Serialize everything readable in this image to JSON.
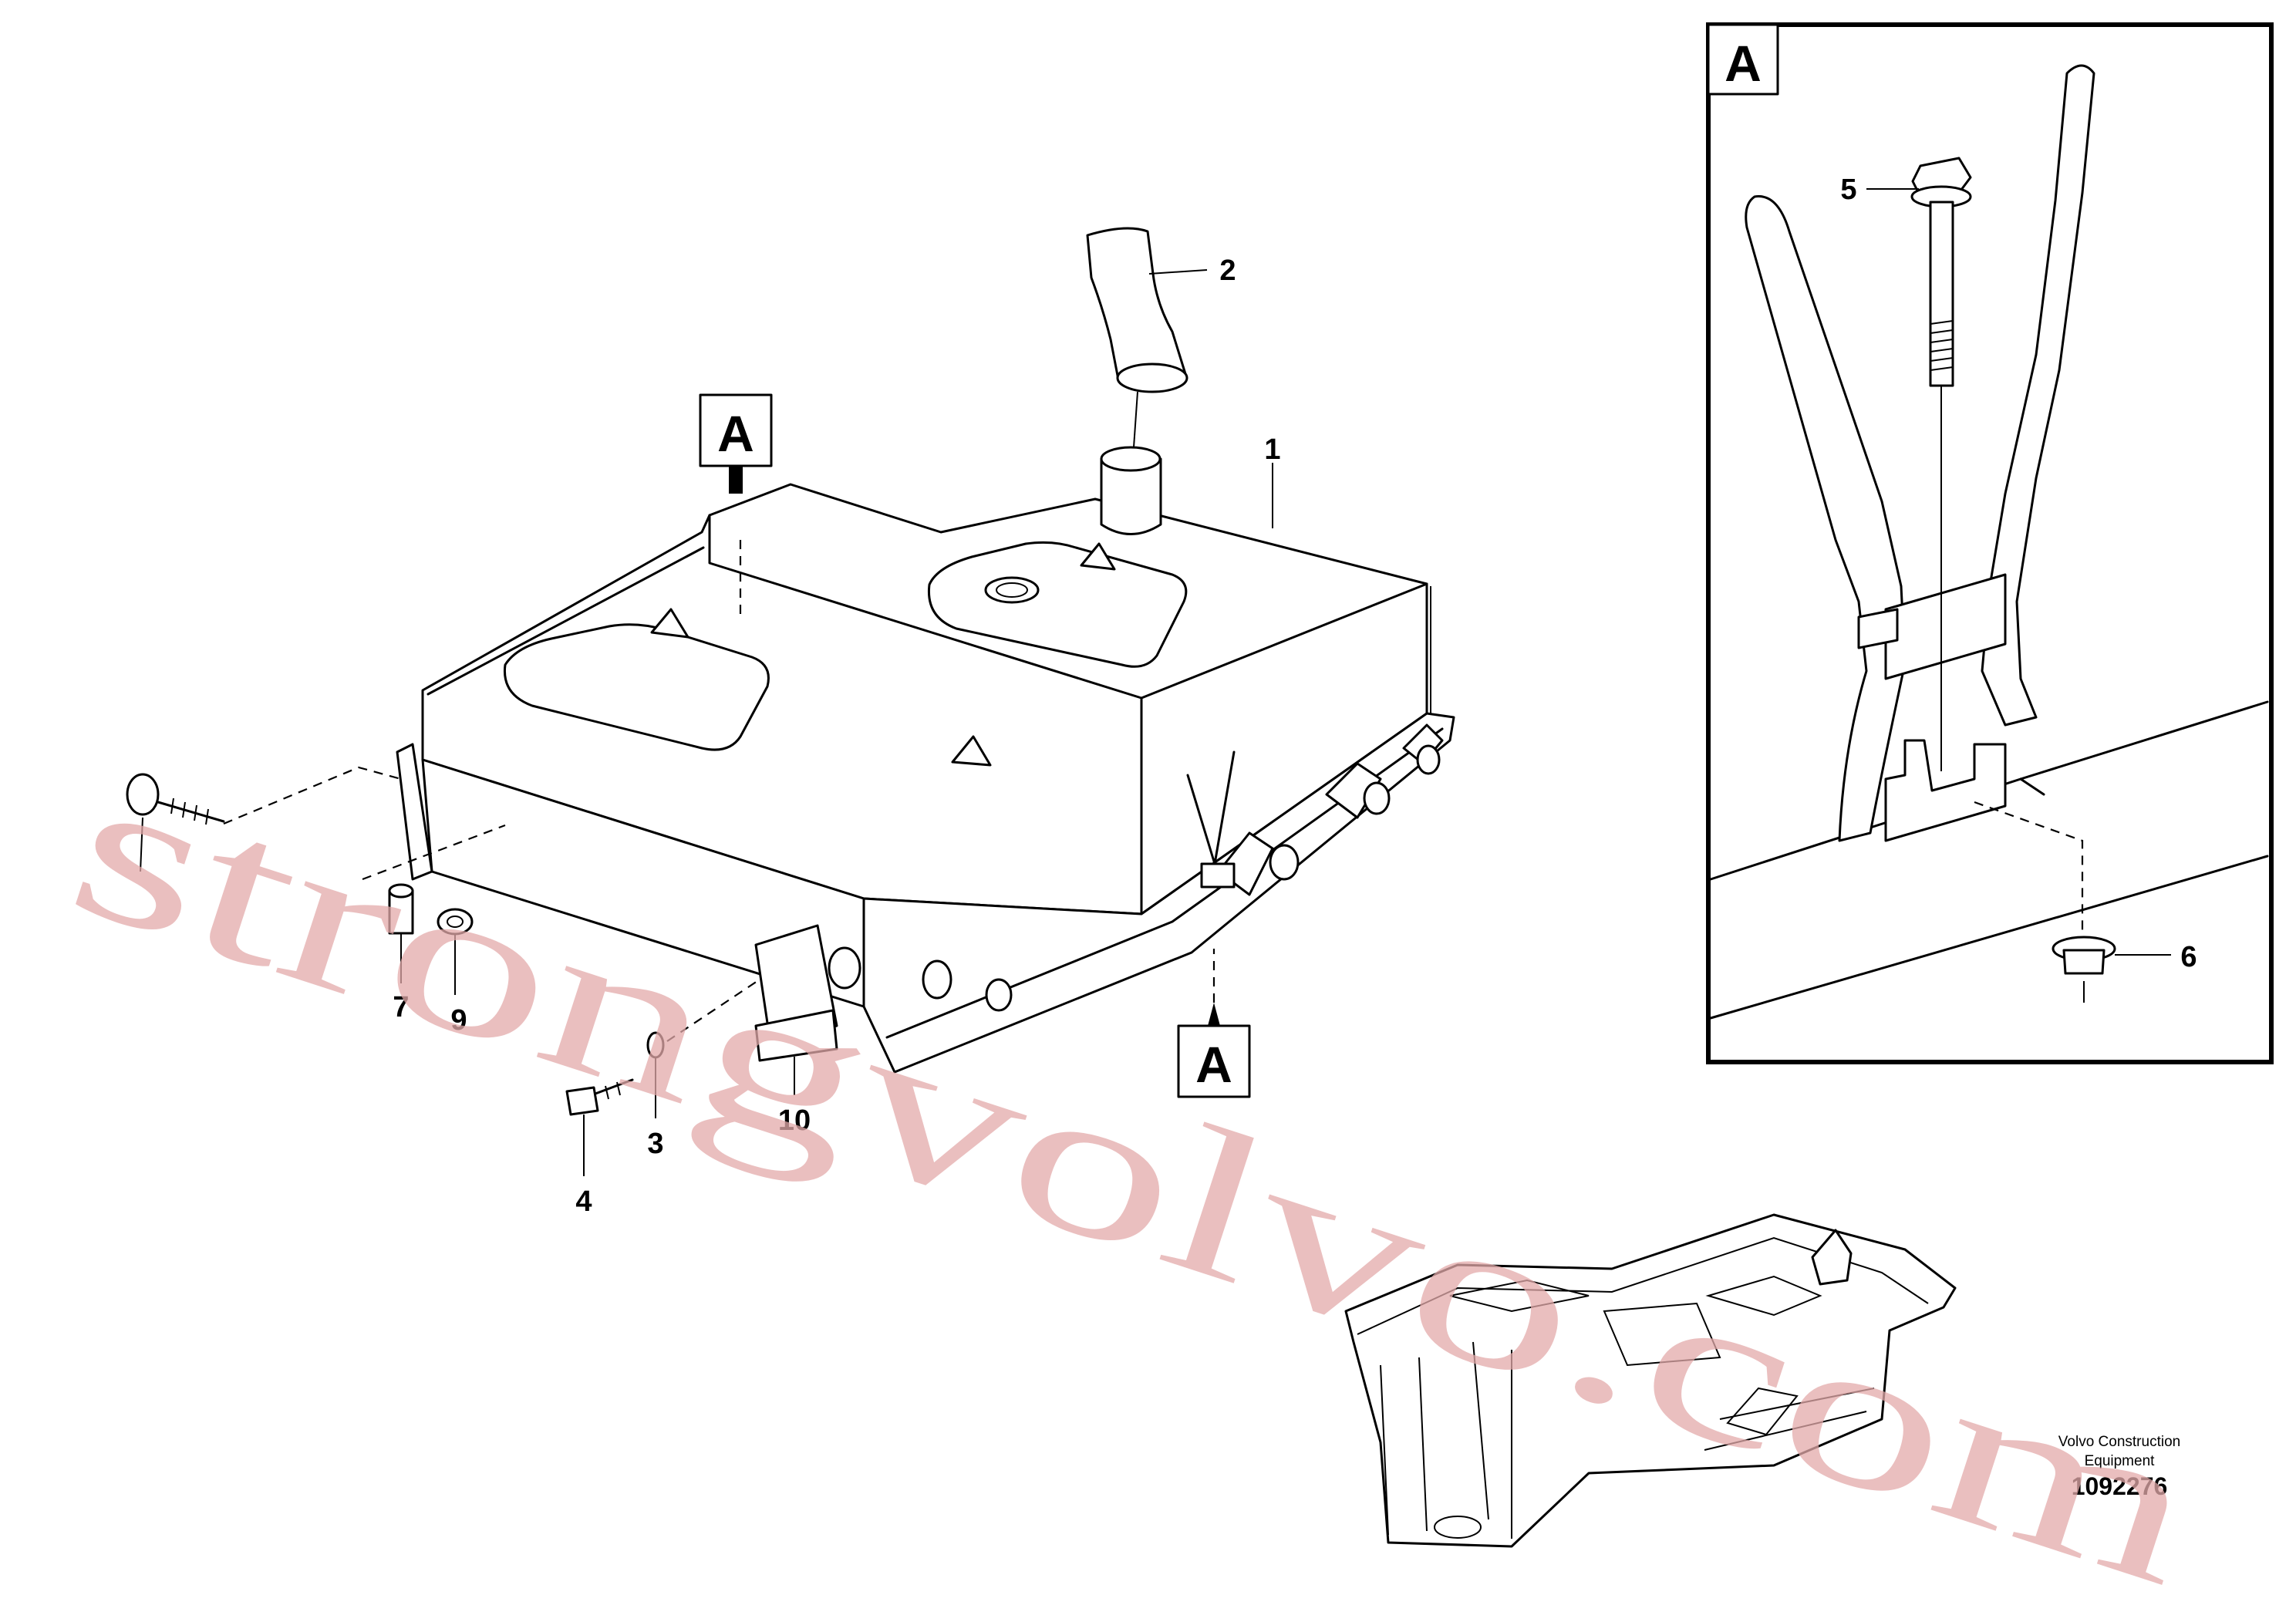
{
  "diagram": {
    "callouts": [
      "1",
      "2",
      "3",
      "4",
      "5",
      "6",
      "7",
      "9",
      "10"
    ],
    "view_marker": "A",
    "detail_view_label": "A"
  },
  "publisher": {
    "line1": "Volvo Construction",
    "line2": "Equipment",
    "drawing_number": "1092276"
  },
  "watermark": "strongvolvo.com"
}
